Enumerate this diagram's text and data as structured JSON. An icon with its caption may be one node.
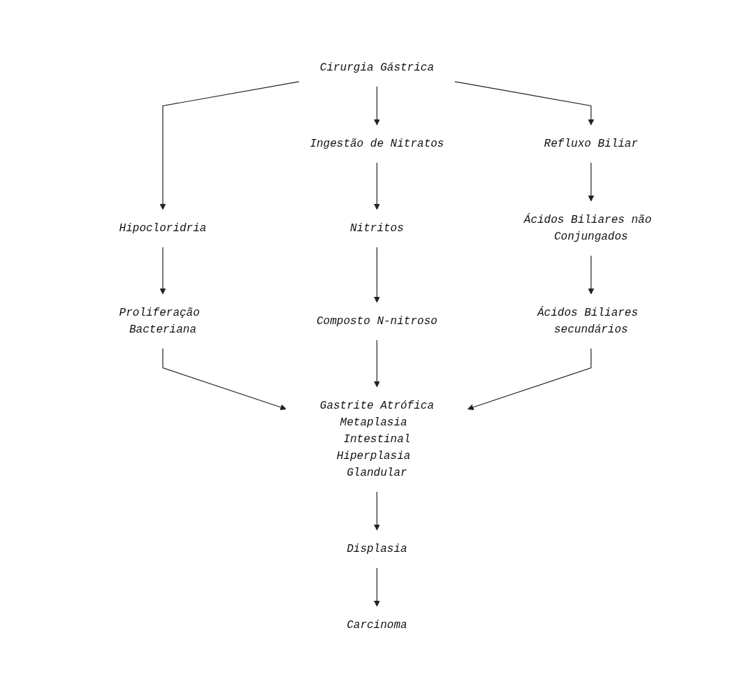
{
  "diagram": {
    "nodes": [
      {
        "text": [
          "Cirurgia Gástrica"
        ]
      },
      {
        "text": [
          "Ingestão de Nitratos"
        ]
      },
      {
        "text": [
          "Hipocloridria"
        ]
      },
      {
        "text": [
          "Refluxo Biliar"
        ]
      },
      {
        "text": [
          "Nitritos"
        ]
      },
      {
        "text": [
          "Proliferação Bacteriana"
        ]
      },
      {
        "text": [
          "Ácidos Biliares não Conjungados"
        ]
      },
      {
        "text": [
          "Composto N-nitroso"
        ]
      },
      {
        "text": [
          "Ácidos Biliares secundários"
        ]
      },
      {
        "text": [
          "Gastrite Atrófica",
          "Metaplasia Intestinal",
          "Hiperplasia Glandular"
        ]
      },
      {
        "text": [
          "Displasia"
        ]
      },
      {
        "text": [
          "Carcinoma"
        ]
      }
    ],
    "edges": [
      {
        "from": 0,
        "to": 1,
        "arrow": "to"
      },
      {
        "from": 0,
        "to": 2,
        "arrow": "to"
      },
      {
        "from": 0,
        "to": 3,
        "arrow": "to"
      },
      {
        "from": 1,
        "to": 4,
        "arrow": "to"
      },
      {
        "from": 2,
        "to": 5,
        "arrow": "to"
      },
      {
        "from": 3,
        "to": 6,
        "arrow": "to"
      },
      {
        "from": 4,
        "to": 7,
        "arrow": "to"
      },
      {
        "from": 6,
        "to": 8,
        "arrow": "to"
      },
      {
        "from": 5,
        "to": 9,
        "arrow": "to"
      },
      {
        "from": 7,
        "to": 9,
        "arrow": "to"
      },
      {
        "from": 8,
        "to": 9,
        "arrow": "to"
      },
      {
        "from": 9,
        "to": 10,
        "arrow": "to"
      },
      {
        "from": 10,
        "to": 11,
        "arrow": "to"
      }
    ]
  }
}
